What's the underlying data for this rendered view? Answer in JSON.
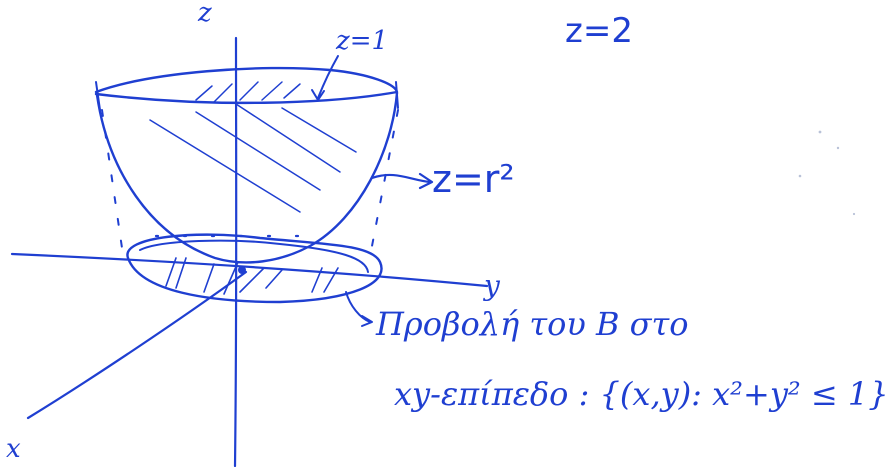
{
  "colors": {
    "ink": "#1f3fd1",
    "background": "#ffffff"
  },
  "labels": {
    "top_partial": "z=2",
    "z_axis": "z",
    "plane_top": "z=1",
    "surface": "z=r²",
    "y_axis": "y",
    "x_axis": "x",
    "projection_line1": "Προβολή του B στο",
    "projection_line2": "xy-επίπεδο : {(x,y): x²+y² ≤ 1}"
  }
}
